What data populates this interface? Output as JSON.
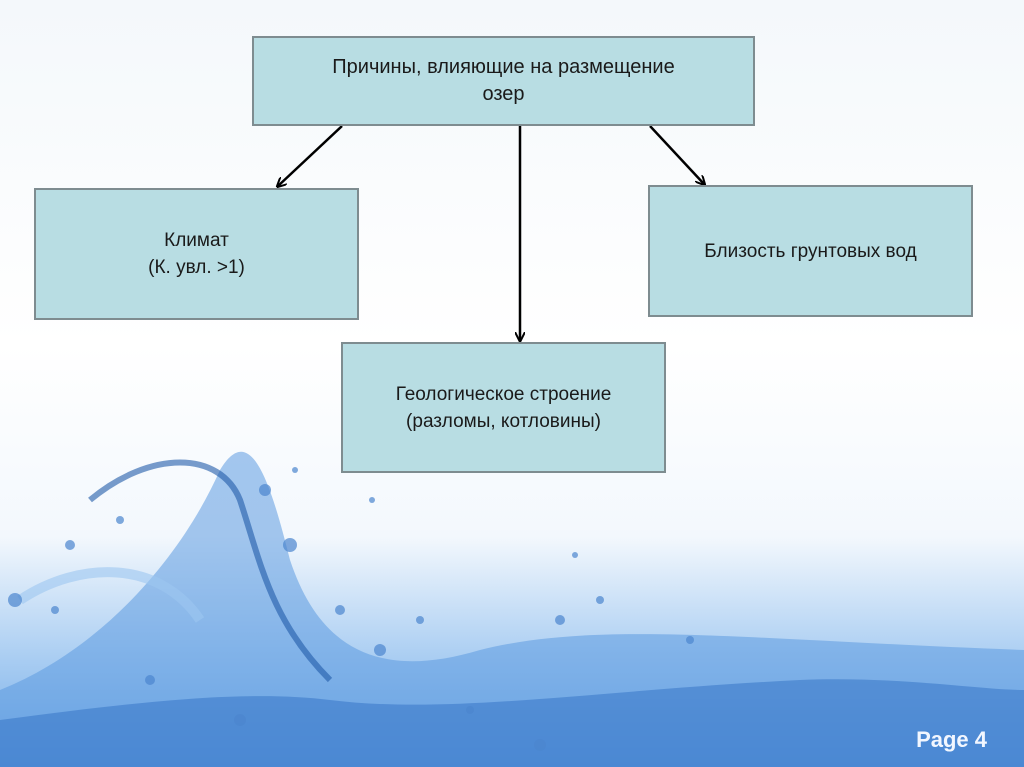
{
  "diagram": {
    "root": {
      "line1": "Причины, влияющие на размещение",
      "line2": "озер"
    },
    "children": [
      {
        "line1": "Климат",
        "line2": "(К. увл. >1)"
      },
      {
        "line1": "Близость грунтовых вод"
      },
      {
        "line1": "Геологическое строение",
        "line2": "(разломы, котловины)"
      }
    ]
  },
  "footer": {
    "page_label": "Page 4"
  },
  "colors": {
    "box_fill": "#b8dde3",
    "box_border": "#7e8c90",
    "water": "#3d7fd0"
  }
}
